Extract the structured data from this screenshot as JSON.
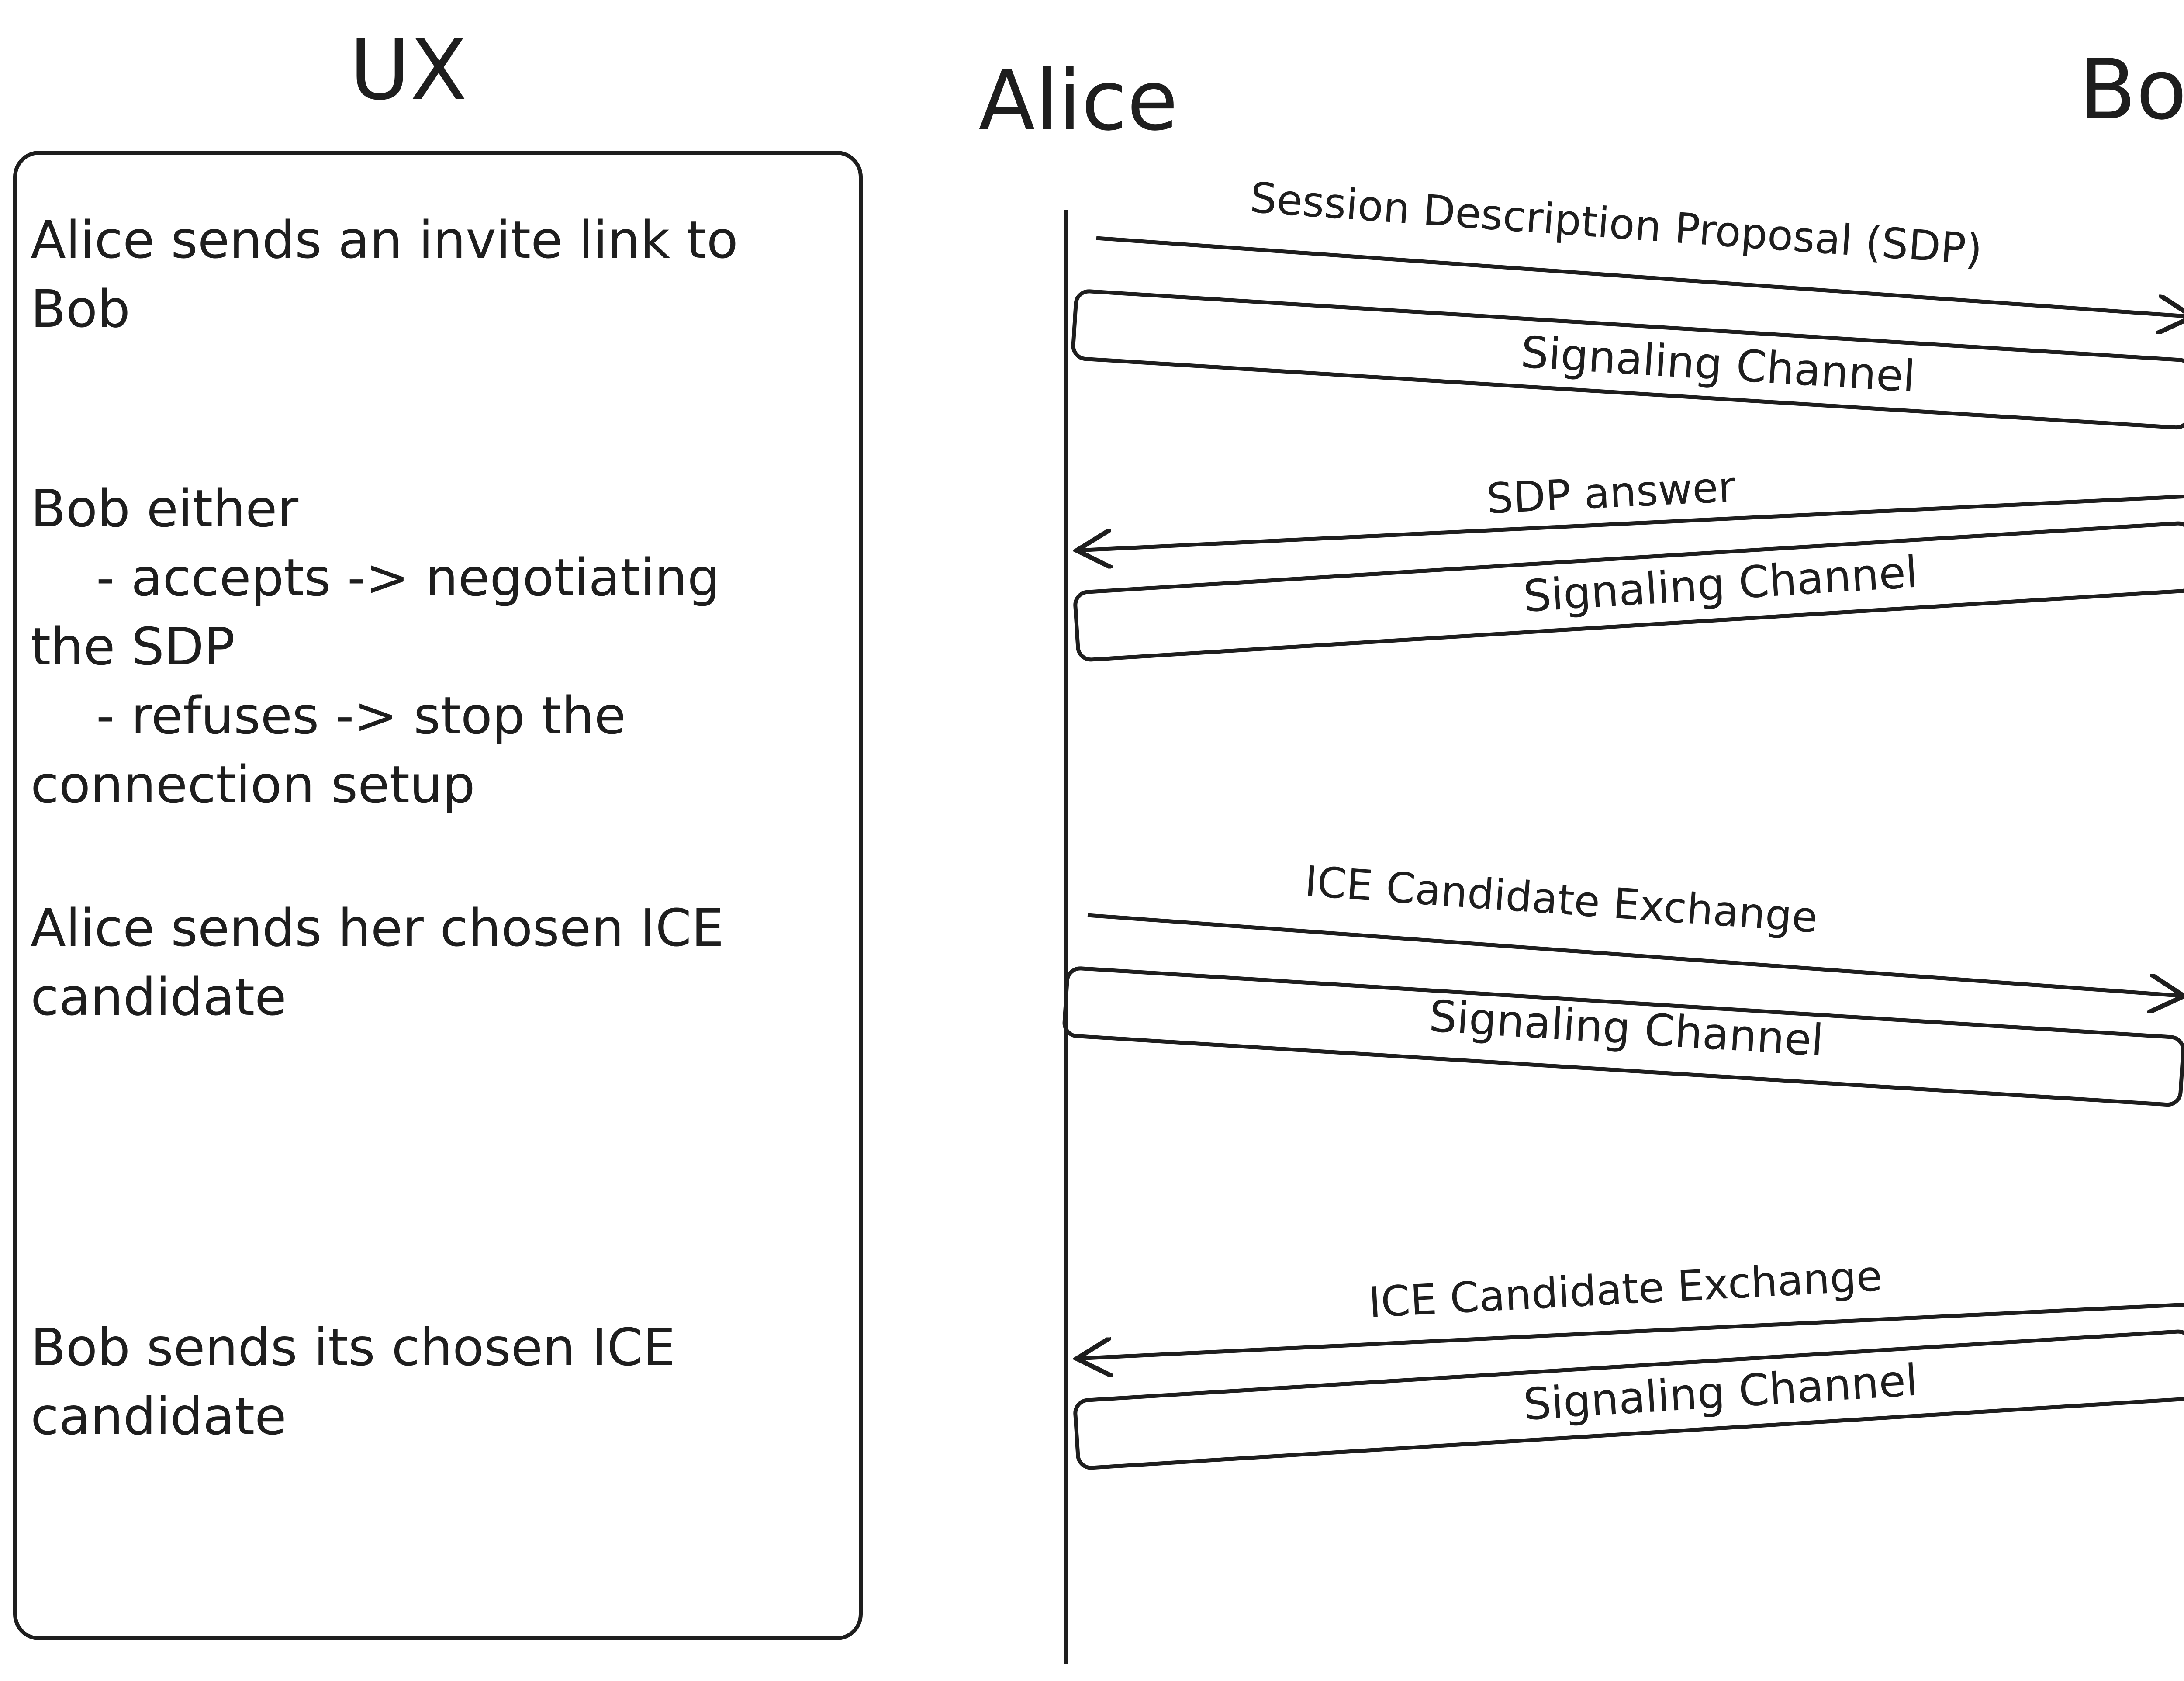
{
  "ux_header": "UX",
  "actors": {
    "alice": "Alice",
    "bob": "Bob"
  },
  "ux_steps": [
    {
      "text": "Alice sends an invite link to\nBob"
    },
    {
      "text": "Bob either\n    - accepts -> negotiating\nthe SDP\n    - refuses -> stop the\nconnection setup"
    },
    {
      "text": "Alice sends her chosen ICE\ncandidate"
    },
    {
      "text": "Bob sends its chosen ICE\ncandidate"
    }
  ],
  "messages": [
    {
      "label": "Session Description Proposal (SDP)",
      "from": "Alice",
      "to": "Bob",
      "channel": "Signaling Channel"
    },
    {
      "label": "SDP answer",
      "from": "Bob",
      "to": "Alice",
      "channel": "Signaling Channel"
    },
    {
      "label": "ICE Candidate Exchange",
      "from": "Alice",
      "to": "Bob",
      "channel": "Signaling Channel"
    },
    {
      "label": "ICE Candidate Exchange",
      "from": "Bob",
      "to": "Alice",
      "channel": "Signaling Channel"
    }
  ]
}
